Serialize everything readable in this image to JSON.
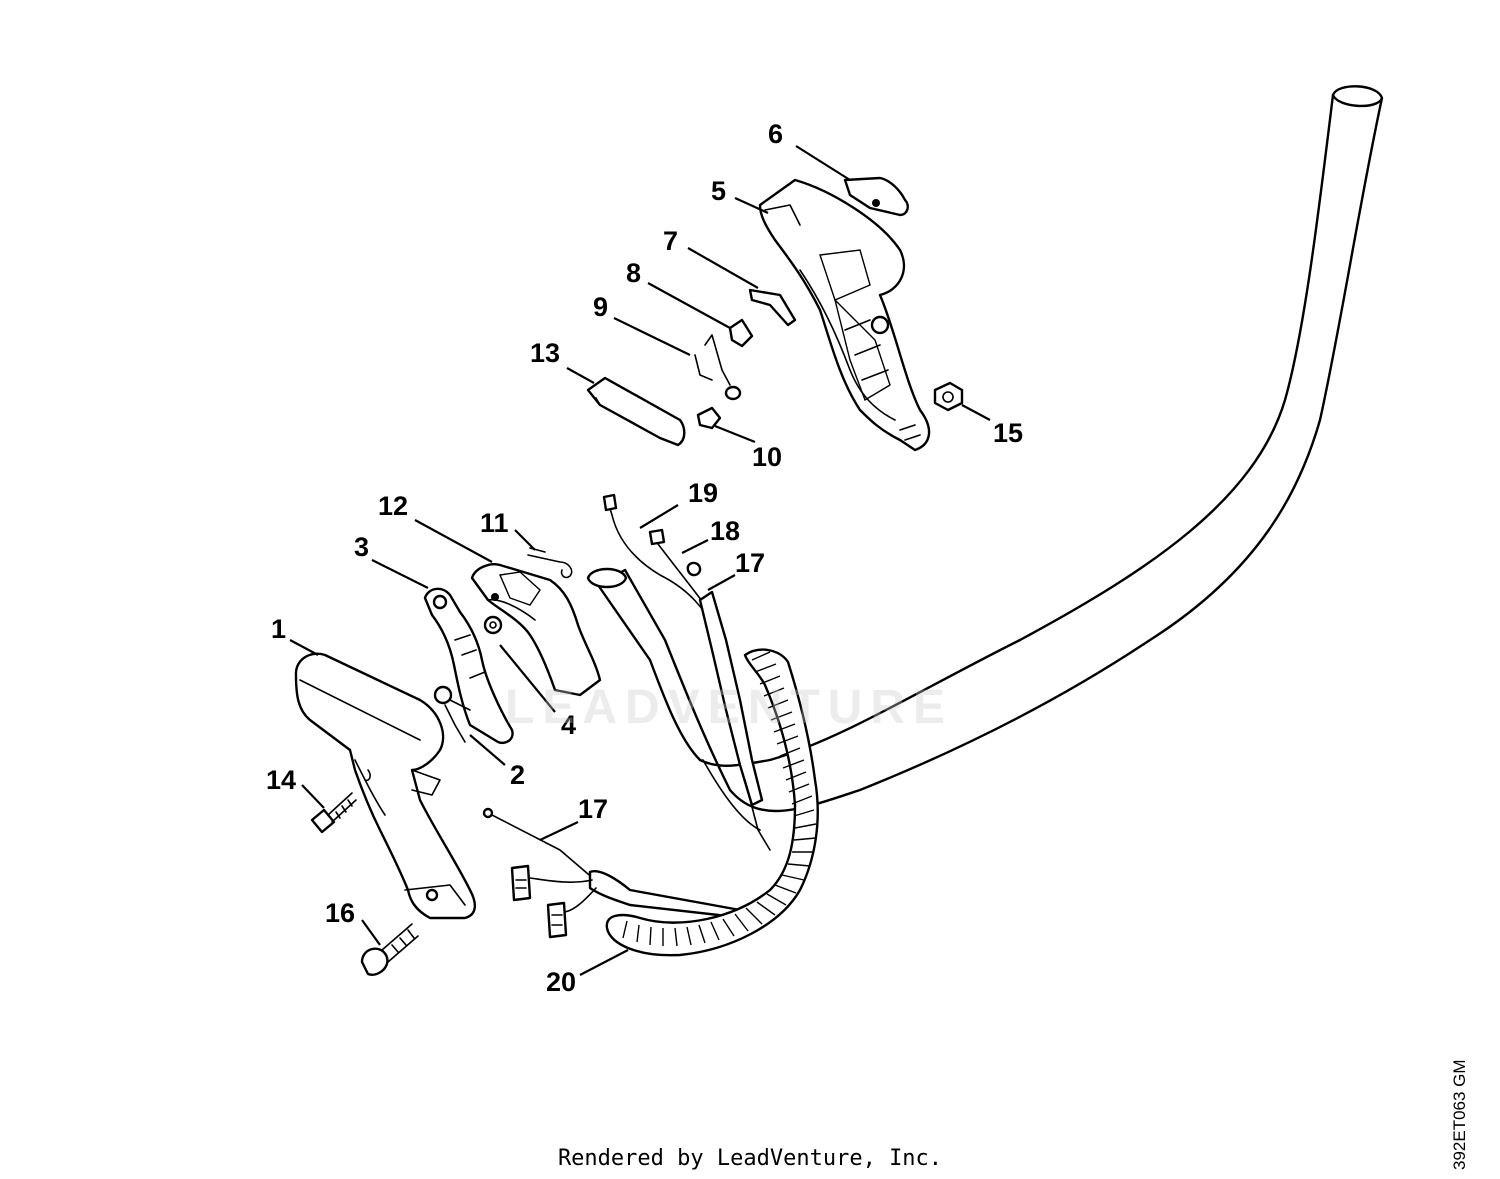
{
  "diagram": {
    "labels": {
      "p1": "1",
      "p2": "2",
      "p3": "3",
      "p4": "4",
      "p5": "5",
      "p6": "6",
      "p7": "7",
      "p8": "8",
      "p9": "9",
      "p10": "10",
      "p11": "11",
      "p12": "12",
      "p13": "13",
      "p14": "14",
      "p15": "15",
      "p16": "16",
      "p17a": "17",
      "p17b": "17",
      "p18": "18",
      "p19": "19",
      "p20": "20"
    },
    "watermark": "LEADVENTURE",
    "credit": "Rendered by LeadVenture, Inc.",
    "drawing_code": "392ET063 GM"
  }
}
